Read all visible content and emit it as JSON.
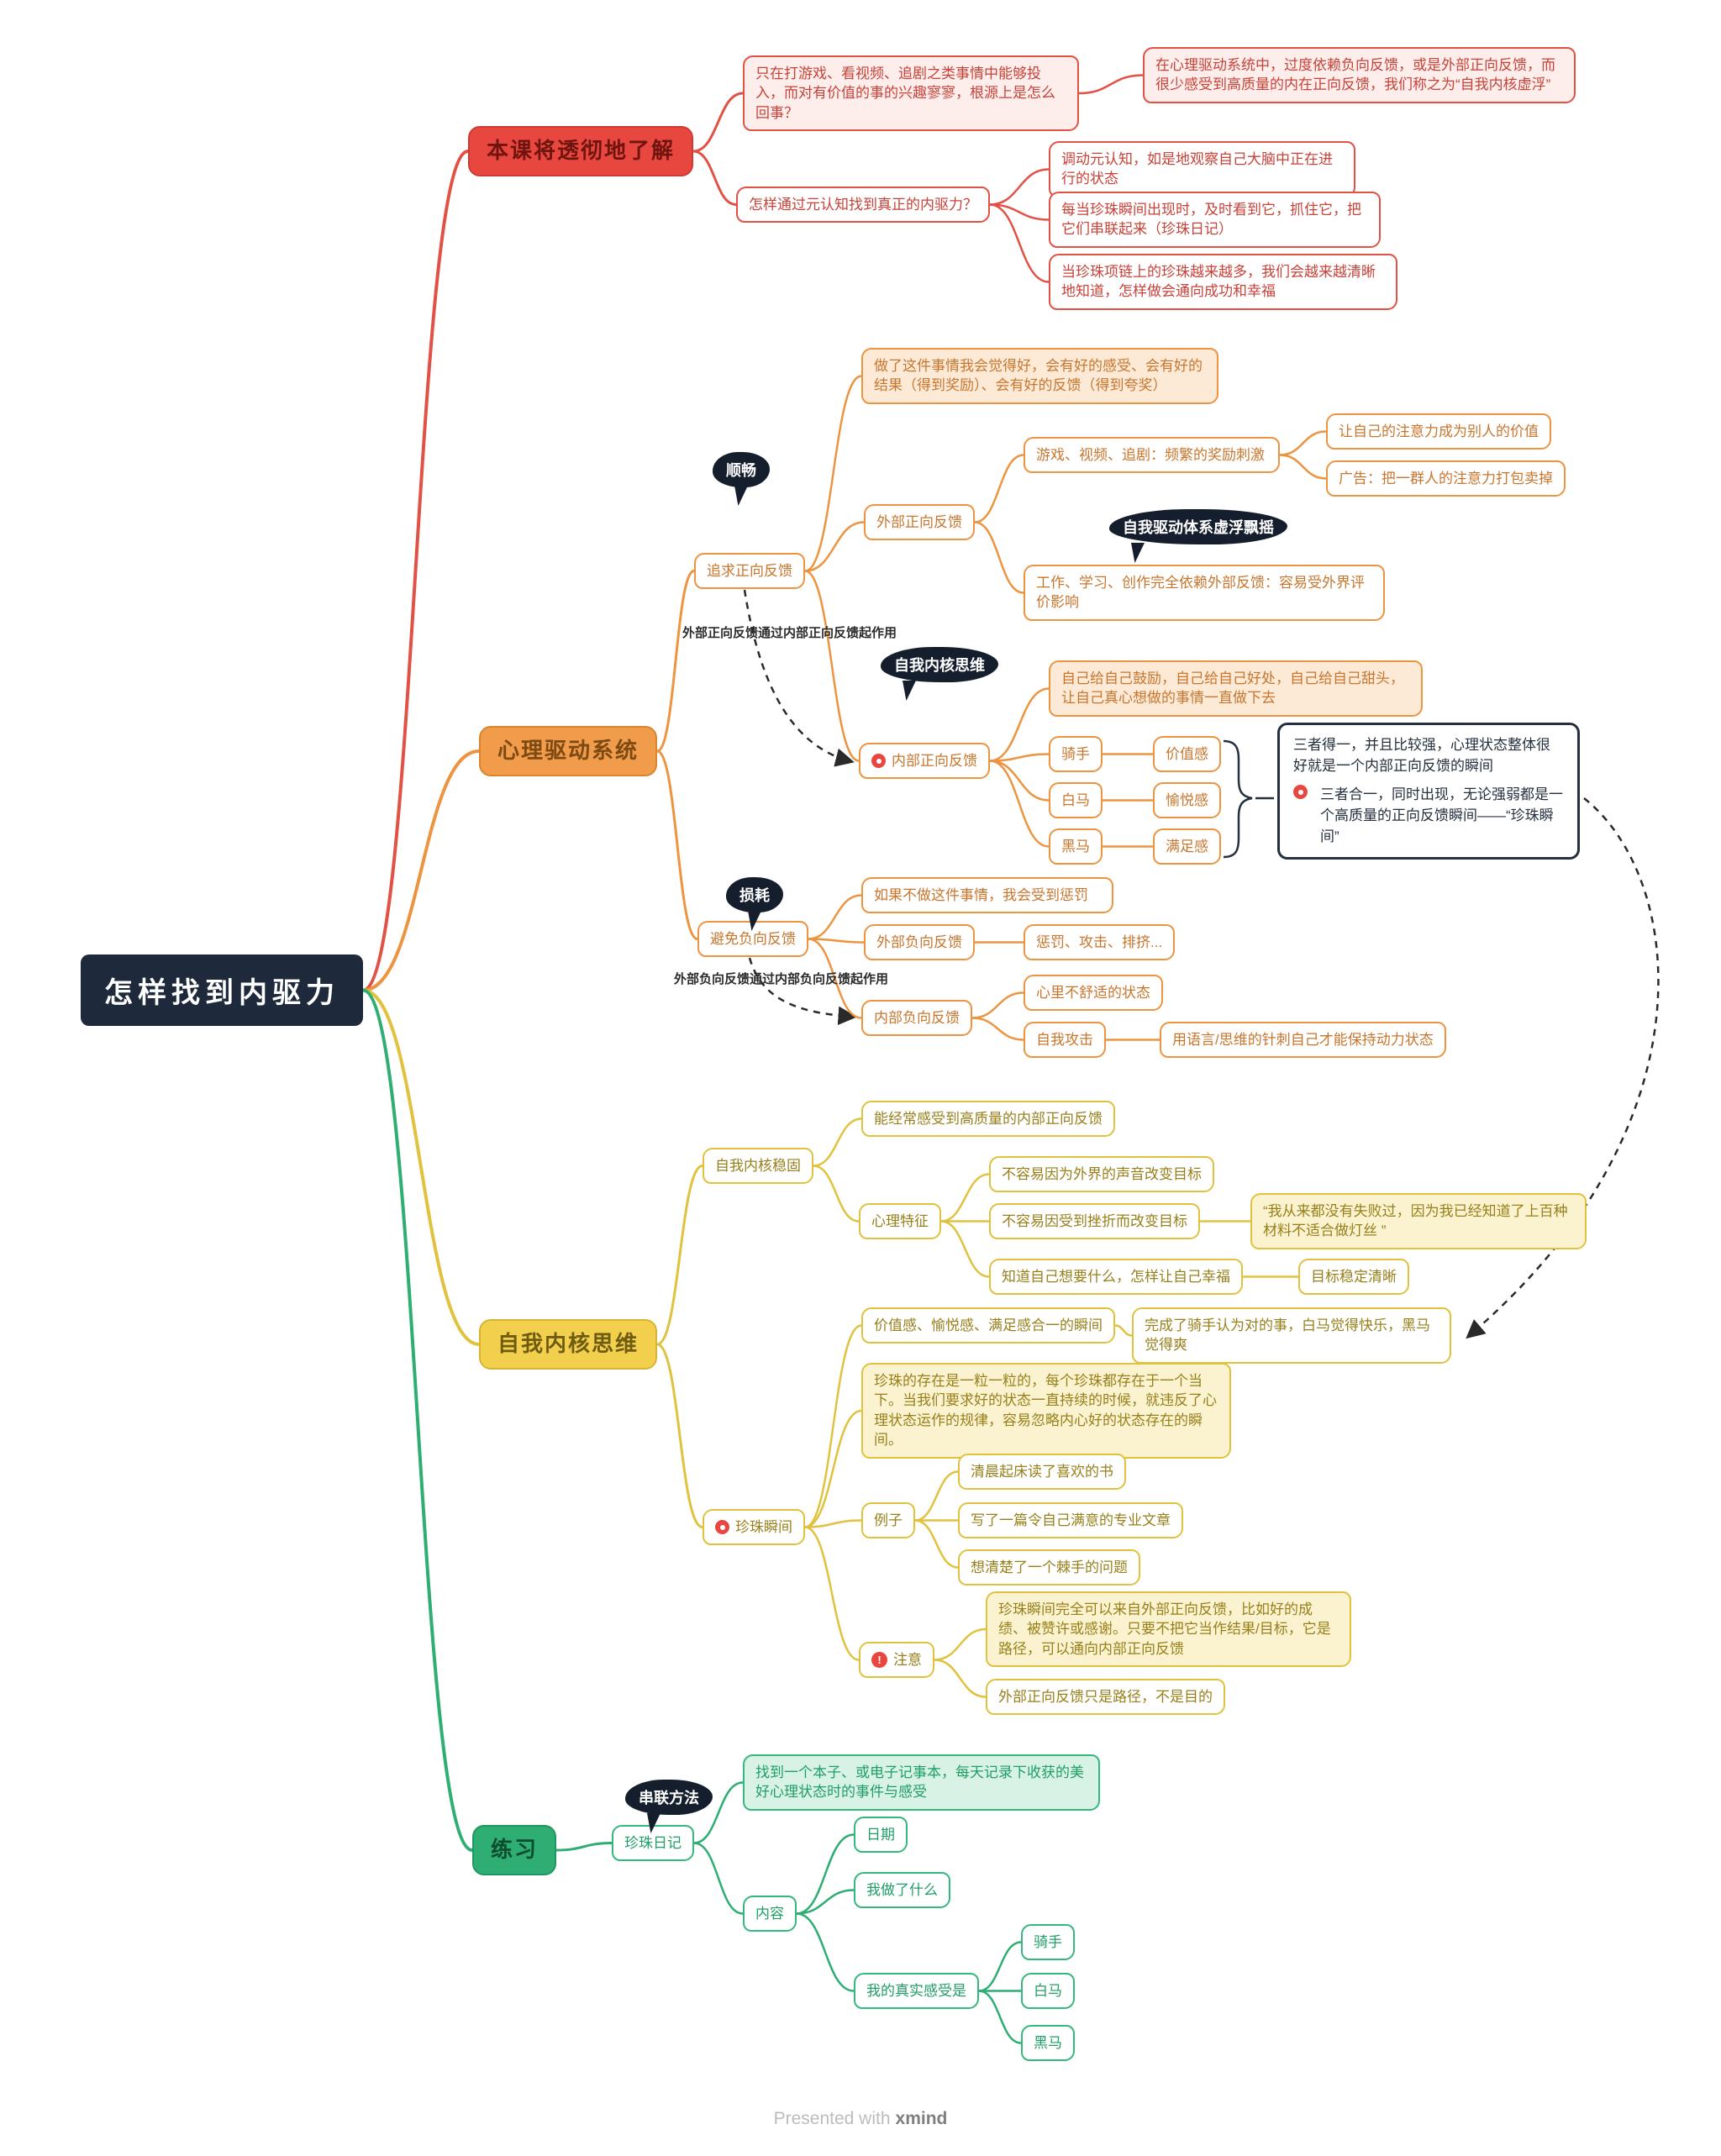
{
  "colors": {
    "red": "#e25146",
    "orange": "#ec9440",
    "yellow": "#e0c23f",
    "green": "#2fae73",
    "dark": "#25303f",
    "black": "#2a2a2a"
  },
  "icons": {
    "priority": "red-dot-badge",
    "warning": "exclamation-circle",
    "warning_glyph": "!"
  },
  "footer": {
    "prefix": "Presented with",
    "brand": "xmind"
  },
  "nodes": {
    "root": "怎样找到内驱力",
    "b1": "本课将透彻地了解",
    "b1c1": "只在打游戏、看视频、追剧之类事情中能够投入，而对有价值的事的兴趣寥寥，根源上是怎么回事？",
    "b1c1c1": "在心理驱动系统中，过度依赖负向反馈，或是外部正向反馈，而很少感受到高质量的内在正向反馈，我们称之为“自我内核虚浮”",
    "b1c2": "怎样通过元认知找到真正的内驱力？",
    "b1c2c1": "调动元认知，如是地观察自己大脑中正在进行的状态",
    "b1c2c2": "每当珍珠瞬间出现时，及时看到它，抓住它，把它们串联起来（珍珠日记）",
    "b1c2c3": "当珍珠项链上的珍珠越来越多，我们会越来越清晰地知道，怎样做会通向成功和幸福",
    "b2": "心理驱动系统",
    "co_shun": "顺畅",
    "b2c1": "追求正向反馈",
    "b2c1c1": "做了这件事情我会觉得好，会有好的感受、会有好的结果（得到奖励）、会有好的反馈（得到夸奖）",
    "b2c1c2": "外部正向反馈",
    "b2c1c2c1": "游戏、视频、追剧：频繁的奖励刺激",
    "b2c1c2c1c1": "让自己的注意力成为别人的价值",
    "b2c1c2c1c2": "广告：把一群人的注意力打包卖掉",
    "co_xufu": "自我驱动体系虚浮飘摇",
    "b2c1c2c2": "工作、学习、创作完全依赖外部反馈：容易受外界评价影响",
    "note1": "外部正向反馈通过内部正向反馈起作用",
    "co_neihe": "自我内核思维",
    "b2c1c3": "内部正向反馈",
    "b2c1c3c1": "自己给自己鼓励，自己给自己好处，自己给自己甜头，让自己真心想做的事情一直做下去",
    "qishou": "骑手",
    "jiazhi": "价值感",
    "baima": "白马",
    "yuyue": "愉悦感",
    "heima": "黑马",
    "manzu": "满足感",
    "infobox_p1": "三者得一，并且比较强，心理状态整体很好就是一个内部正向反馈的瞬间",
    "infobox_p2": "三者合一，同时出现，无论强弱都是一个高质量的正向反馈瞬间——“珍珠瞬间”",
    "co_sun": "损耗",
    "b2c2": "避免负向反馈",
    "b2c2c1": "如果不做这件事情，我会受到惩罚",
    "b2c2c2": "外部负向反馈",
    "b2c2c2c1": "惩罚、攻击、排挤...",
    "note2": "外部负向反馈通过内部负向反馈起作用",
    "b2c2c3": "内部负向反馈",
    "b2c2c3c1": "心里不舒适的状态",
    "b2c2c3c2": "自我攻击",
    "b2c2c3c2c1": "用语言/思维的针刺自己才能保持动力状态",
    "b3": "自我内核思维",
    "b3c1": "自我内核稳固",
    "b3c1c1": "能经常感受到高质量的内部正向反馈",
    "b3c2": "心理特征",
    "b3c2c1": "不容易因为外界的声音改变目标",
    "b3c2c2": "不容易因受到挫折而改变目标",
    "b3c2c2c1": "“我从来都没有失败过，因为我已经知道了上百种材料不适合做灯丝 ”",
    "b3c2c3": "知道自己想要什么，怎样让自己幸福",
    "b3c2c3c1": "目标稳定清晰",
    "b3c3": "珍珠瞬间",
    "b3c3c1": "价值感、愉悦感、满足感合一的瞬间",
    "b3c3c1c1": "完成了骑手认为对的事，白马觉得快乐，黑马觉得爽",
    "b3c3c2": "珍珠的存在是一粒一粒的，每个珍珠都存在于一个当下。当我们要求好的状态一直持续的时候，就违反了心理状态运作的规律，容易忽略内心好的状态存在的瞬间。",
    "b3c3c3": "例子",
    "b3c3c3c1": "清晨起床读了喜欢的书",
    "b3c3c3c2": "写了一篇令自己满意的专业文章",
    "b3c3c3c3": "想清楚了一个棘手的问题",
    "b3c3c4": "注意",
    "b3c3c4c1": "珍珠瞬间完全可以来自外部正向反馈，比如好的成绩、被赞许或感谢。只要不把它当作结果/目标，它是路径，可以通向内部正向反馈",
    "b3c3c4c2": "外部正向反馈只是路径，不是目的",
    "b4": "练习",
    "co_chuan": "串联方法",
    "b4c1": "珍珠日记",
    "b4c1c1": "找到一个本子、或电子记事本，每天记录下收获的美好心理状态时的事件与感受",
    "b4c1c2": "内容",
    "b4c1c2c1": "日期",
    "b4c1c2c2": "我做了什么",
    "b4c1c2c3": "我的真实感受是",
    "g_qishou": "骑手",
    "g_baima": "白马",
    "g_heima": "黑马"
  }
}
